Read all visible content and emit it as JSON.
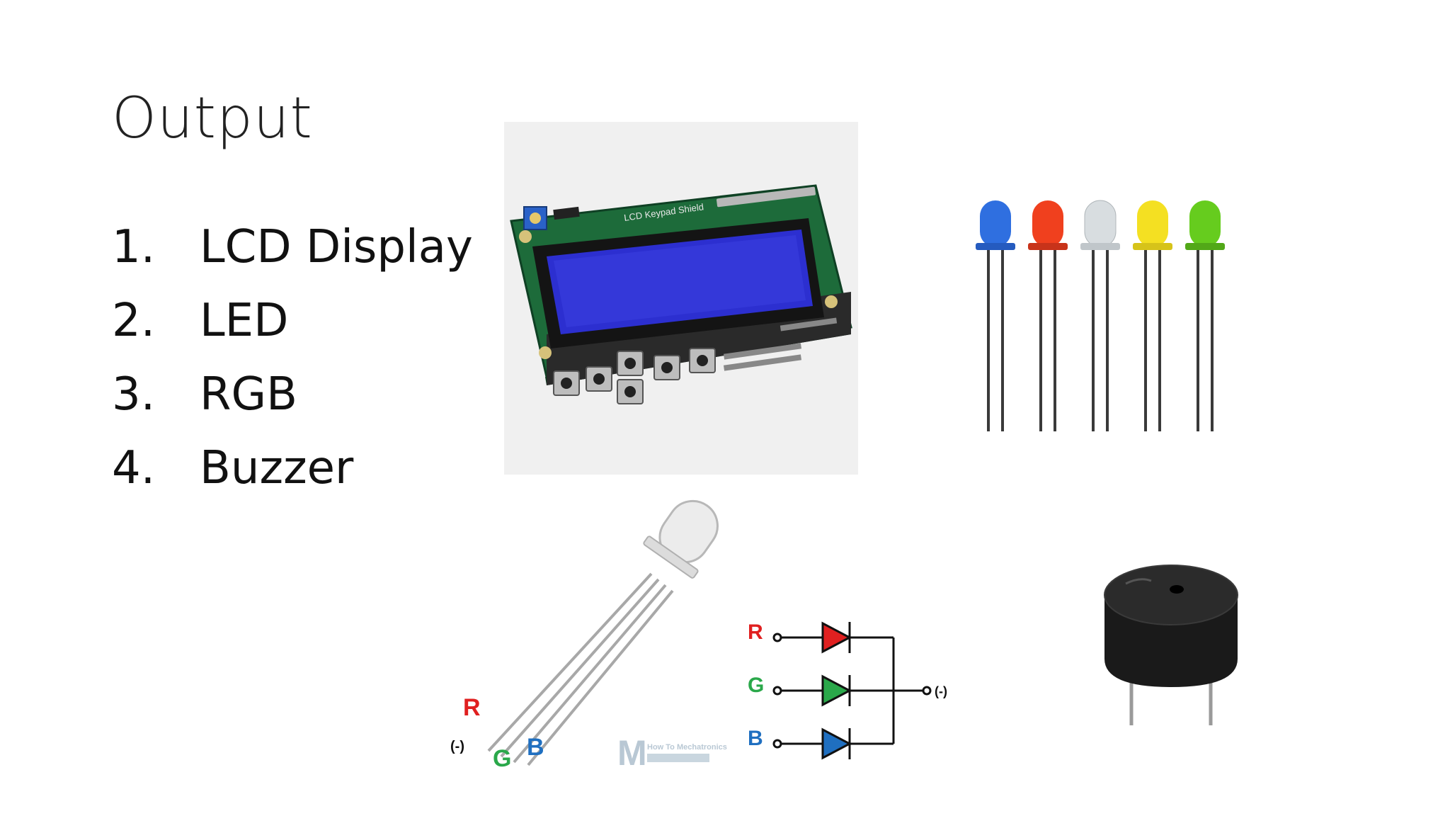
{
  "slide": {
    "title": "Output",
    "items": [
      {
        "number": "1.",
        "label": "LCD Display"
      },
      {
        "number": "2.",
        "label": "LED"
      },
      {
        "number": "3.",
        "label": "RGB"
      },
      {
        "number": "4.",
        "label": "Buzzer"
      }
    ]
  },
  "images": {
    "lcd": {
      "silkscreen": "LCD Keypad Shield"
    },
    "leds": {
      "colors": [
        "#2f6fe0",
        "#f0401e",
        "#d8dde0",
        "#f4e022",
        "#66cc1e"
      ]
    },
    "rgb_led": {
      "pin_labels": {
        "r": "R",
        "g": "G",
        "b": "B",
        "minus": "(-)"
      },
      "schematic": {
        "r": "R",
        "g": "G",
        "b": "B",
        "common": "(-)"
      },
      "watermark": "How To Mechatronics",
      "colors": {
        "red": "#e02020",
        "green": "#2aa84a",
        "blue": "#1f6fc0"
      }
    },
    "buzzer": {
      "color": "#1a1a1a"
    }
  }
}
